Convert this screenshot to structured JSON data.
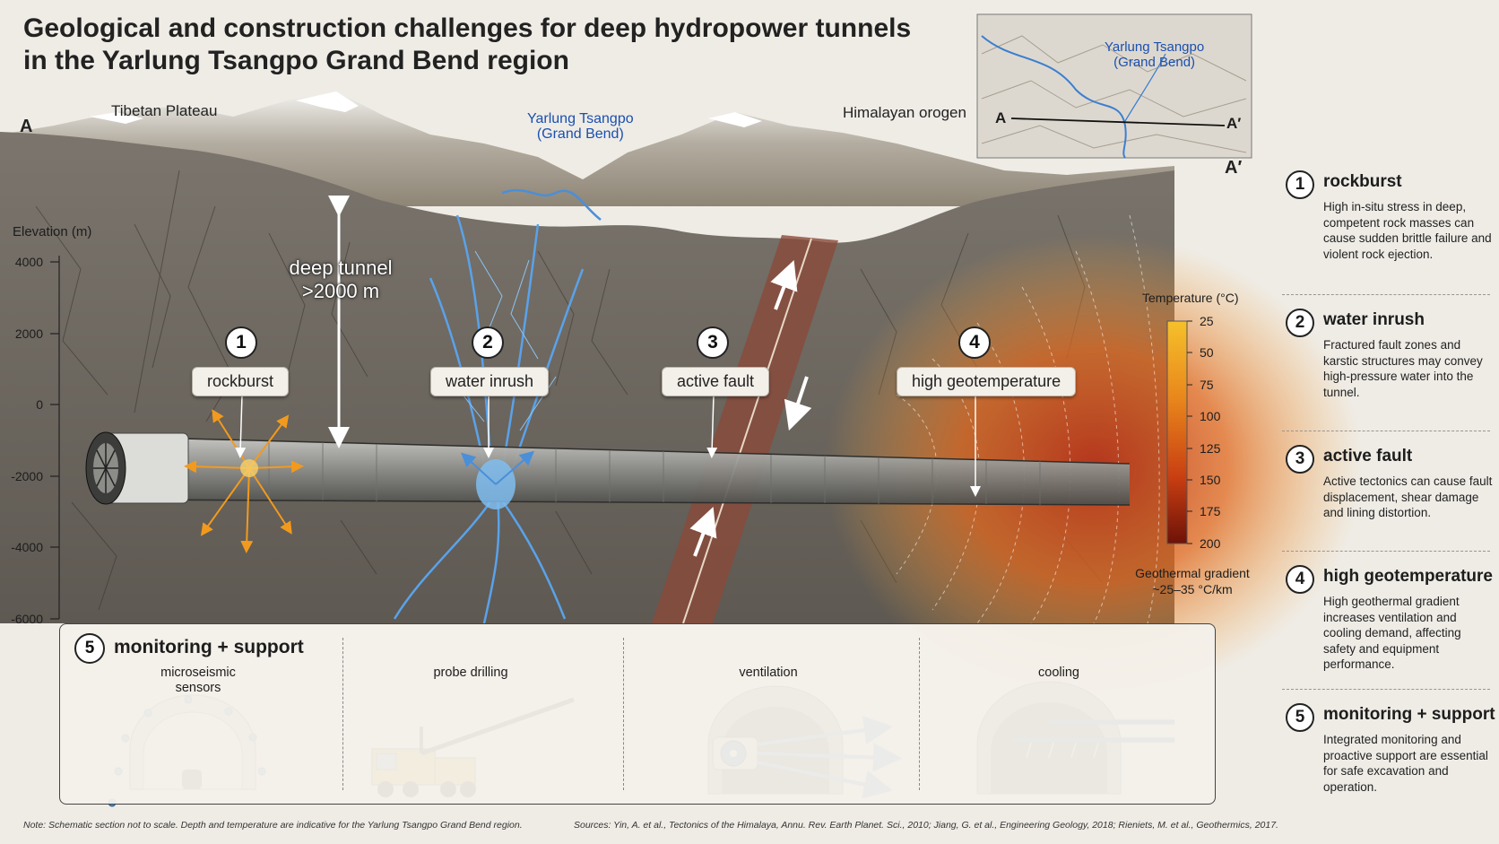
{
  "title": {
    "line1": "Geological and construction challenges for deep hydropower tunnels",
    "line2": "in the Yarlung Tsangpo Grand Bend region"
  },
  "section": {
    "start_label": "A",
    "end_label": "A′",
    "region_left": "Tibetan Plateau",
    "region_right": "Himalayan orogen",
    "river_line1": "Yarlung Tsangpo",
    "river_line2": "(Grand Bend)",
    "deep_tunnel_line1": "deep tunnel",
    "deep_tunnel_line2": ">2000 m"
  },
  "inset_map": {
    "river_line1": "Yarlung Tsangpo",
    "river_line2": "(Grand Bend)",
    "start_label": "A",
    "end_label": "A′"
  },
  "elevation_axis": {
    "title": "Elevation (m)",
    "ticks": [
      "4000",
      "2000",
      "0",
      "-2000",
      "-4000",
      "-6000"
    ]
  },
  "callouts": [
    {
      "num": "1",
      "label": "rockburst"
    },
    {
      "num": "2",
      "label": "water inrush"
    },
    {
      "num": "3",
      "label": "active fault"
    },
    {
      "num": "4",
      "label": "high geotemperature"
    }
  ],
  "temperature_legend": {
    "title": "Temperature (°C)",
    "ticks": [
      "25",
      "50",
      "75",
      "100",
      "125",
      "150",
      "175",
      "200"
    ],
    "gradient_line1": "Geothermal gradient",
    "gradient_line2": "~25–35 °C/km",
    "colors": [
      "#f6c02a",
      "#e8861c",
      "#c93f12",
      "#6e1208"
    ]
  },
  "side_panel": [
    {
      "num": "1",
      "title": "rockburst",
      "desc": "High in-situ stress in deep, competent rock masses can cause sudden brittle failure and violent rock ejection."
    },
    {
      "num": "2",
      "title": "water inrush",
      "desc": "Fractured fault zones and karstic structures may convey high-pressure water into the tunnel."
    },
    {
      "num": "3",
      "title": "active fault",
      "desc": "Active tectonics can cause fault displacement, shear damage and lining distortion."
    },
    {
      "num": "4",
      "title": "high geotemperature",
      "desc": "High geothermal gradient increases ventilation and cooling demand, affecting safety and equipment performance."
    },
    {
      "num": "5",
      "title": "monitoring + support",
      "desc": "Integrated monitoring and proactive support are essential for safe excavation and operation."
    }
  ],
  "monitoring": {
    "num": "5",
    "title": "monitoring + support",
    "panels": [
      {
        "label_line1": "microseismic",
        "label_line2": "sensors"
      },
      {
        "label_line1": "probe drilling",
        "label_line2": ""
      },
      {
        "label_line1": "ventilation",
        "label_line2": ""
      },
      {
        "label_line1": "cooling",
        "label_line2": ""
      }
    ]
  },
  "footer": {
    "note": "Note: Schematic section not to scale. Depth and temperature are indicative for the Yarlung Tsangpo Grand Bend region.",
    "sources": "Sources: Yin, A. et al., Tectonics of the Himalaya, Annu. Rev. Earth Planet. Sci., 2010; Jiang, G. et al., Engineering Geology, 2018; Rieniets, M. et al., Geothermics, 2017."
  },
  "colors": {
    "rock": "#6f6a63",
    "water": "#4a8fd8",
    "fault": "#8a4a3a",
    "accent_orange": "#f29a1e"
  },
  "icons": [
    "tbm-icon",
    "sensor-icon",
    "drill-rig-icon",
    "fan-icon",
    "cooling-pipe-icon"
  ]
}
